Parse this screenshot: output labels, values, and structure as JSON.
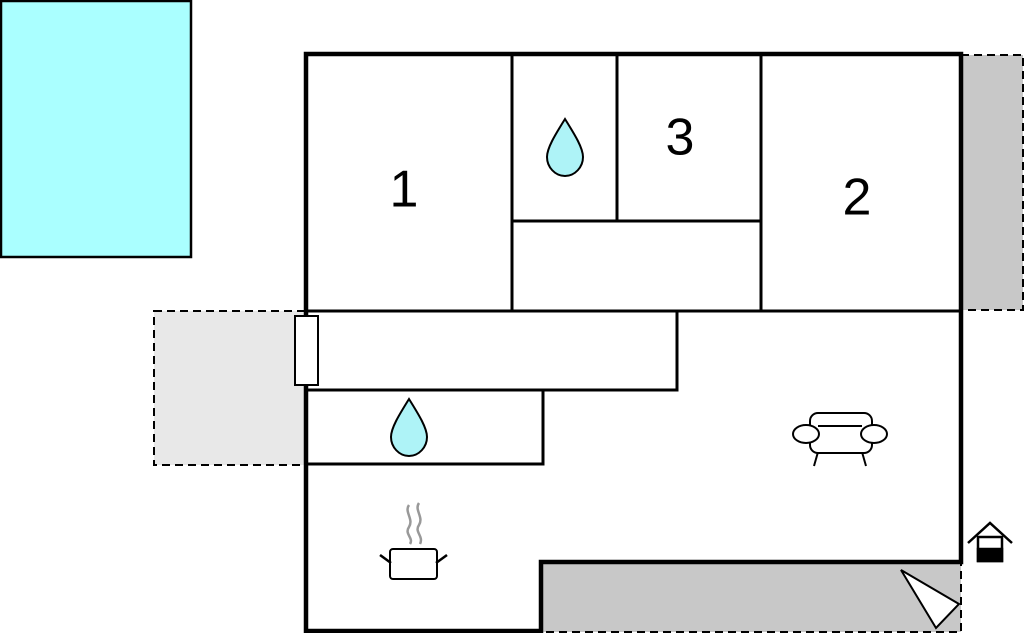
{
  "floorplan": {
    "rooms": [
      {
        "id": "bedroom-1",
        "label": "1"
      },
      {
        "id": "bedroom-3",
        "label": "3"
      },
      {
        "id": "bedroom-2",
        "label": "2"
      }
    ],
    "icons": {
      "water_drop": "water-drop-icon",
      "sofa": "sofa-icon",
      "cooking_pot": "cooking-pot-icon",
      "house_entrance": "house-entrance-icon",
      "view_direction": "view-direction-icon",
      "door": "door-icon"
    },
    "colors": {
      "pool": "#aaffff",
      "water_drop": "#aef3f7",
      "covered_terrace": "#c8c8c8",
      "open_terrace": "#e8e8e8",
      "walls": "#000000",
      "steam": "#999999"
    }
  }
}
